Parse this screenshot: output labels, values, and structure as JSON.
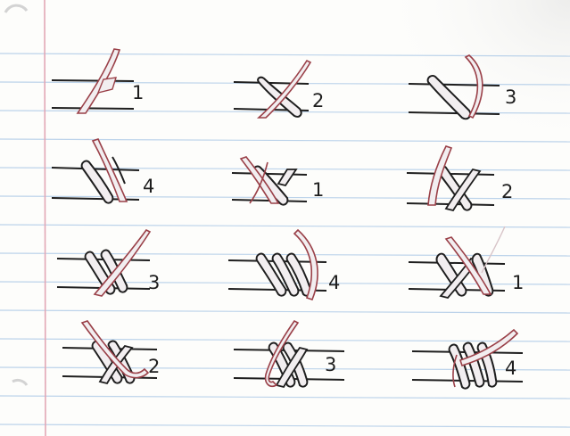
{
  "colors": {
    "paper": "#fdfdfb",
    "rule_line": "#bcd3ea",
    "margin_line": "#e2a7b5",
    "ink": "#1e1e1e",
    "strand_light": "#f2eef0",
    "strand_red": "#9a4048"
  },
  "steps": [
    {
      "label": "1"
    },
    {
      "label": "2"
    },
    {
      "label": "3"
    },
    {
      "label": "4"
    },
    {
      "label": "1"
    },
    {
      "label": "2"
    },
    {
      "label": "3"
    },
    {
      "label": "4"
    },
    {
      "label": "1"
    },
    {
      "label": "2"
    },
    {
      "label": "3"
    },
    {
      "label": "4"
    }
  ]
}
